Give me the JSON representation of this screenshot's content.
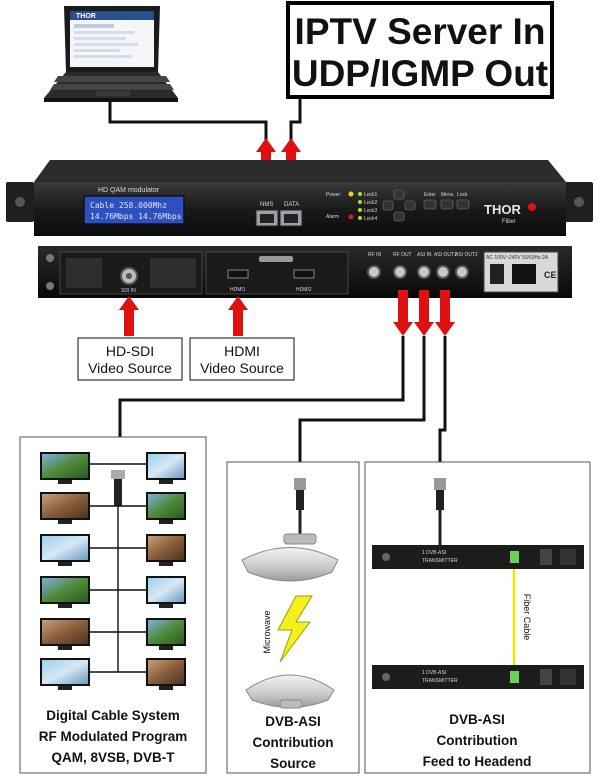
{
  "banner": {
    "line1": "IPTV  Server In",
    "line2": "UDP/IGMP Out"
  },
  "laptop": {
    "logo": "THOR"
  },
  "front_panel": {
    "model": "HD QAM modulator",
    "lcd_line1": "Cable   258.000Mhz",
    "lcd_line2": "14.76Mbps  14.76Mbps",
    "port_nms": "NMS",
    "port_data": "DATA",
    "led_power": "Power",
    "led_alarm": "Alarm",
    "led_lock1": "Lock1",
    "led_lock2": "Lock2",
    "led_lock3": "Lock3",
    "led_lock4": "Lock4",
    "btn_enter": "Enter",
    "btn_menu": "Menu",
    "btn_lock": "Lock",
    "brand": "THOR",
    "brand_sub": "Fiber"
  },
  "rear_panel": {
    "sdi_in": "SDI IN",
    "hdmi1": "HDMI1",
    "hdmi2": "HDMI2",
    "rf_in": "RF IN",
    "rf_out": "RF OUT",
    "asi_in": "ASI IN",
    "asi_out1": "ASI OUT1",
    "asi_out2": "ASI OUT2",
    "power_label": "AC 100V~240V 50/60Hz 2A",
    "ce": "CE"
  },
  "sources": {
    "hdsdi_line1": "HD-SDI",
    "hdsdi_line2": "Video Source",
    "hdmi_line1": "HDMI",
    "hdmi_line2": "Video Source"
  },
  "panel_cable": {
    "line1": "Digital Cable System",
    "line2": "RF Modulated Program",
    "line3": "QAM, 8VSB, DVB-T"
  },
  "panel_asi_source": {
    "microwave": "Microwave",
    "line1": "DVB-ASI",
    "line2": "Contribution",
    "line3": "Source"
  },
  "panel_asi_feed": {
    "fiber": "Fiber Cable",
    "unit_top_title": "1 DVB-ASI",
    "unit_top_sub": "TRANSMITTER",
    "unit_bottom_title": "1 DVB-ASI",
    "unit_bottom_sub": "TRANSMITTER",
    "line1": "DVB-ASI",
    "line2": "Contribution",
    "line3": "Feed to Headend"
  }
}
